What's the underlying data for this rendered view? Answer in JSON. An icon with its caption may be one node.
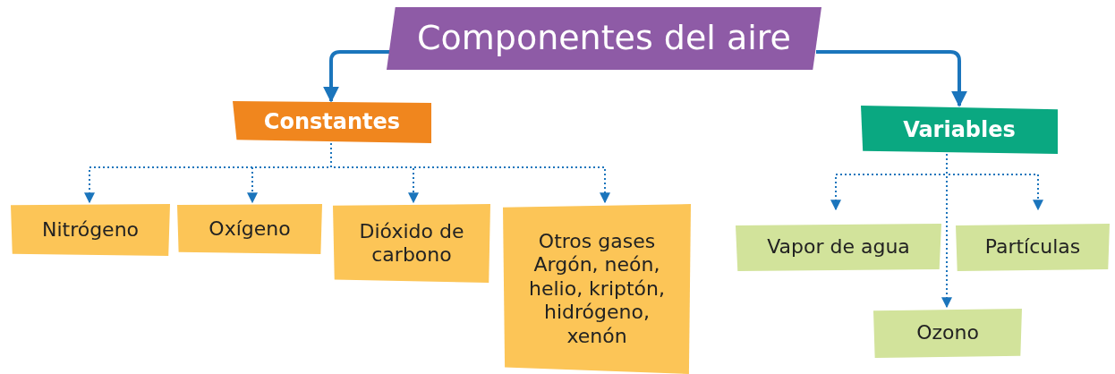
{
  "diagram": {
    "nodes": [
      {
        "text": [
          "Componentes del aire"
        ]
      },
      {
        "text": [
          "Constantes"
        ]
      },
      {
        "text": [
          "Variables"
        ]
      },
      {
        "text": [
          "Nitrógeno"
        ]
      },
      {
        "text": [
          "Oxígeno"
        ]
      },
      {
        "text": [
          "Dióxido de carbono"
        ]
      },
      {
        "text": [
          "Otros gases",
          "Argón, neón, helio, kriptón, hidrógeno, xenón"
        ]
      },
      {
        "text": [
          "Vapor de agua"
        ]
      },
      {
        "text": [
          "Partículas"
        ]
      },
      {
        "text": [
          "Ozono"
        ]
      }
    ],
    "edges": [
      {
        "from": 0,
        "to": 1,
        "arrow": "to",
        "style": "thick"
      },
      {
        "from": 0,
        "to": 2,
        "arrow": "to",
        "style": "thick"
      },
      {
        "from": 1,
        "to": 3,
        "arrow": "to",
        "style": "dashed"
      },
      {
        "from": 1,
        "to": 4,
        "arrow": "to",
        "style": "dashed"
      },
      {
        "from": 1,
        "to": 5,
        "arrow": "to",
        "style": "dashed"
      },
      {
        "from": 1,
        "to": 6,
        "arrow": "to",
        "style": "dashed"
      },
      {
        "from": 2,
        "to": 7,
        "arrow": "to",
        "style": "dashed"
      },
      {
        "from": 2,
        "to": 8,
        "arrow": "to",
        "style": "dashed"
      },
      {
        "from": 2,
        "to": 9,
        "arrow": "to",
        "style": "dashed"
      }
    ]
  }
}
